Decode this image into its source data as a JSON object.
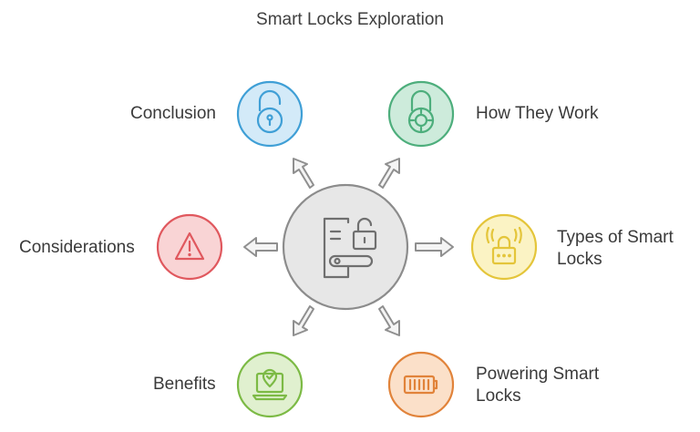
{
  "title": "Smart Locks Exploration",
  "hub": {
    "icon": "door-handle-unlock-icon"
  },
  "nodes": [
    {
      "id": "conclusion",
      "label": "Conclusion",
      "icon": "padlock-open-icon",
      "stroke": "#3f9fd6",
      "fill": "#d3eaf8"
    },
    {
      "id": "how-they-work",
      "label": "How They Work",
      "icon": "padlock-target-icon",
      "stroke": "#4dae7c",
      "fill": "#cdebdb"
    },
    {
      "id": "types",
      "label": "Types of Smart Locks",
      "icon": "wireless-padlock-icon",
      "stroke": "#e4c53a",
      "fill": "#fbf3c4"
    },
    {
      "id": "powering",
      "label": "Powering Smart Locks",
      "icon": "battery-icon",
      "stroke": "#e1833a",
      "fill": "#fbe0c9"
    },
    {
      "id": "benefits",
      "label": "Benefits",
      "icon": "laptop-check-icon",
      "stroke": "#7cba45",
      "fill": "#e0f0cf"
    },
    {
      "id": "considerations",
      "label": "Considerations",
      "icon": "warning-icon",
      "stroke": "#e0585e",
      "fill": "#f9d4d5"
    }
  ]
}
